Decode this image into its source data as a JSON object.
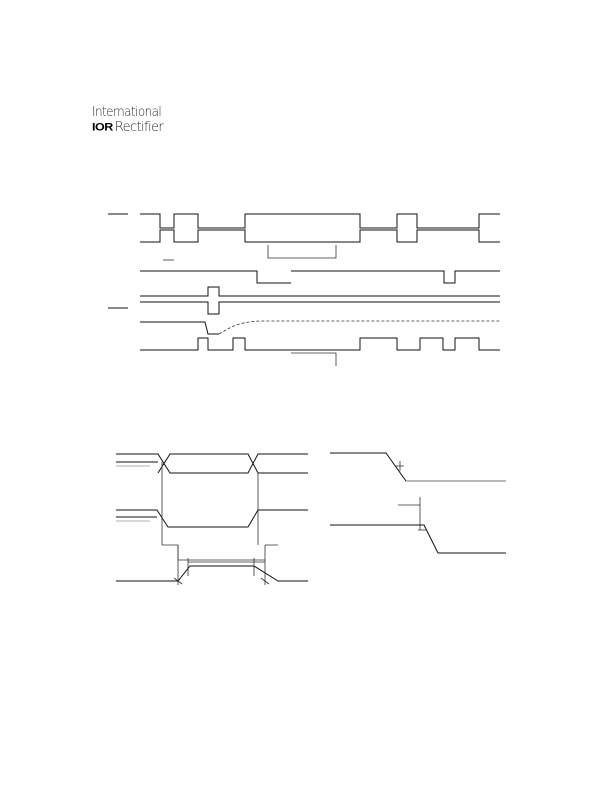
{
  "logo": {
    "line1": "International",
    "mark": "IOR",
    "name": "Rectifier"
  }
}
